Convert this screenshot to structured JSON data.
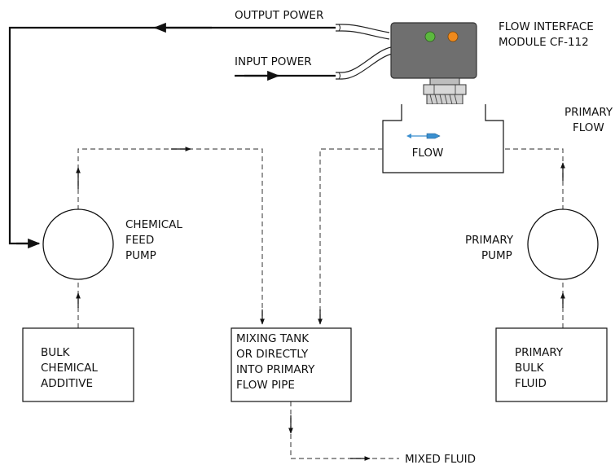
{
  "labels": {
    "output_power": "OUTPUT POWER",
    "input_power": "INPUT POWER",
    "module_line1": "FLOW INTERFACE",
    "module_line2": "MODULE CF-112",
    "primary_flow_line1": "PRIMARY",
    "primary_flow_line2": "FLOW",
    "flow": "FLOW",
    "chemical_feed_pump": [
      "CHEMICAL",
      "FEED",
      "PUMP"
    ],
    "primary_pump": [
      "PRIMARY",
      "PUMP"
    ],
    "bulk_chemical_additive": [
      "BULK",
      "CHEMICAL",
      "ADDITIVE"
    ],
    "mixing_tank": [
      "MIXING TANK",
      "OR DIRECTLY",
      "INTO PRIMARY",
      "FLOW PIPE"
    ],
    "primary_bulk_fluid": [
      "PRIMARY",
      "BULK",
      "FLUID"
    ],
    "mixed_fluid": "MIXED FLUID"
  },
  "colors": {
    "module_body": "#6f6f6f",
    "led_green": "#5cb83e",
    "led_orange": "#f08a1c",
    "flow_arrow": "#3a8fcf"
  }
}
